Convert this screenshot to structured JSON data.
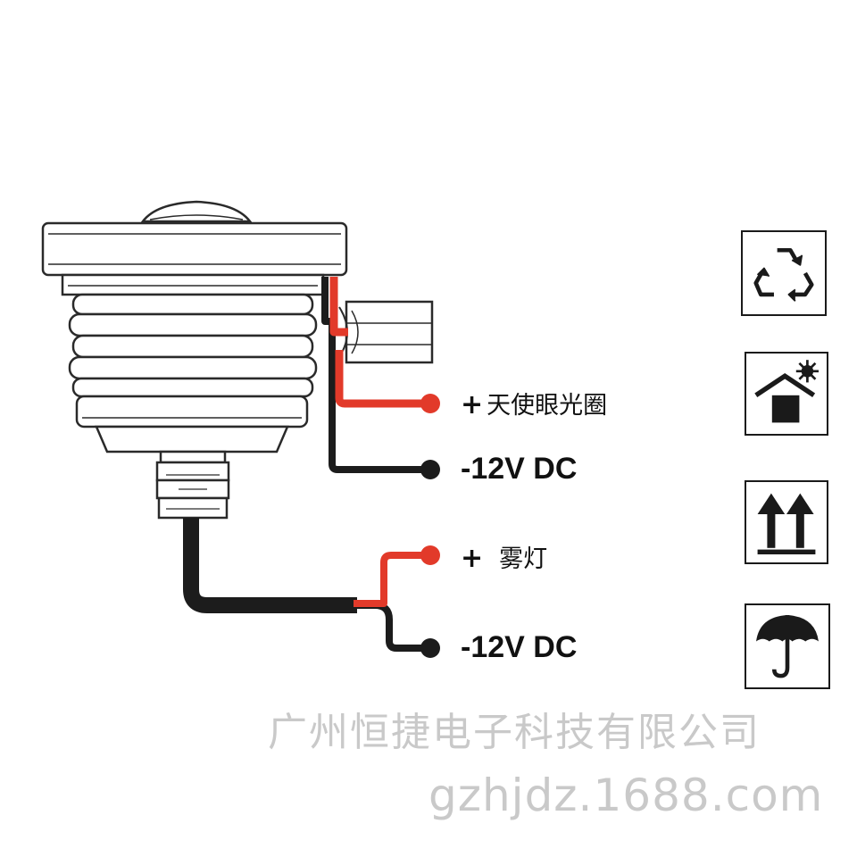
{
  "labels": {
    "halo_positive": "天使眼光圈",
    "halo_negative": "-12V DC",
    "fog_positive": "雾灯",
    "fog_negative": "-12V DC",
    "plus_sign": "+"
  },
  "watermark": {
    "company": "广州恒捷电子科技有限公司",
    "site": "gzhjdz.1688.com"
  },
  "icons": [
    "recycle-icon",
    "keep-out-of-sun-icon",
    "this-way-up-icon",
    "keep-dry-icon"
  ],
  "colors": {
    "wire_red": "#e23a2a",
    "wire_black": "#1c1c1c",
    "outline": "#2a2a2a",
    "watermark": "#c9c9c9"
  }
}
